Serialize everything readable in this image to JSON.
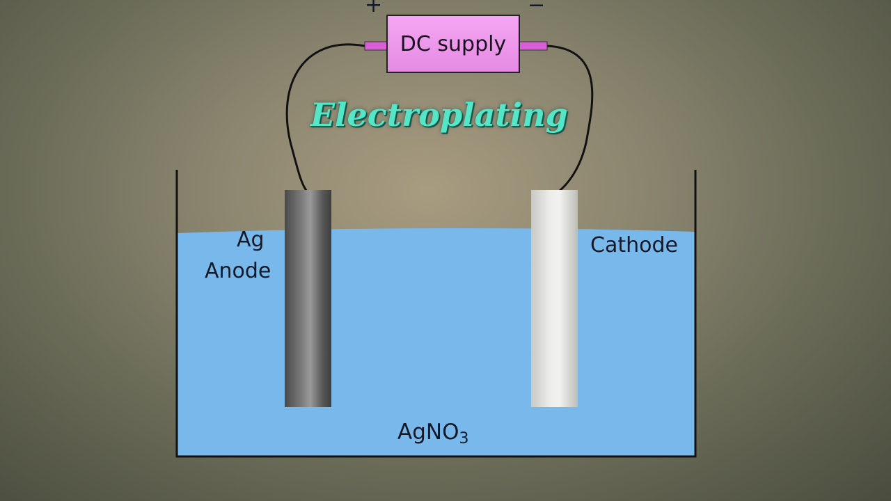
{
  "title": "Electroplating",
  "supply": {
    "label": "DC supply",
    "positive_sign": "+",
    "negative_sign": "−",
    "color": "#ee98ec"
  },
  "anode": {
    "element": "Ag",
    "label": "Anode",
    "color": "#6f6f6f"
  },
  "cathode": {
    "label": "Cathode",
    "color": "#e2e2de"
  },
  "electrolyte": {
    "formula_base": "AgNO",
    "formula_subscript": "3",
    "color": "#79b8ea"
  },
  "title_color": "#55e6c8"
}
